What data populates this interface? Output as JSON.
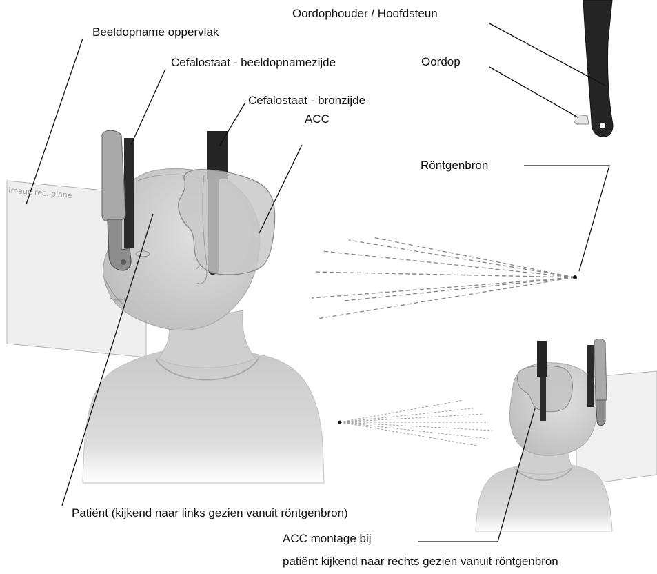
{
  "labels": {
    "earrod_holder": "Oordophouder / Hoofdsteun",
    "image_surface": "Beeldopname oppervlak",
    "earrod": "Oordop",
    "ceph_image_side": "Cefalostaat - beeldopnamezijde",
    "ceph_source_side": "Cefalostaat - bronzijde",
    "acc": "ACC",
    "xray_source": "Röntgenbron",
    "patient": "Patiënt (kijkend naar links gezien vanuit röntgenbron)",
    "acc_mount": "ACC montage bij",
    "acc_mount_2": "patiënt kijkend naar rechts gezien vanuit röntgenbron"
  },
  "plane_text": "Image rec. plane",
  "colors": {
    "line": "#111111",
    "rod": "#2b2b2b",
    "skin": "#d6d6d6",
    "acc_shield": "#c4c4c4",
    "plane": "#ececec",
    "beam": "#8a8a8a"
  }
}
